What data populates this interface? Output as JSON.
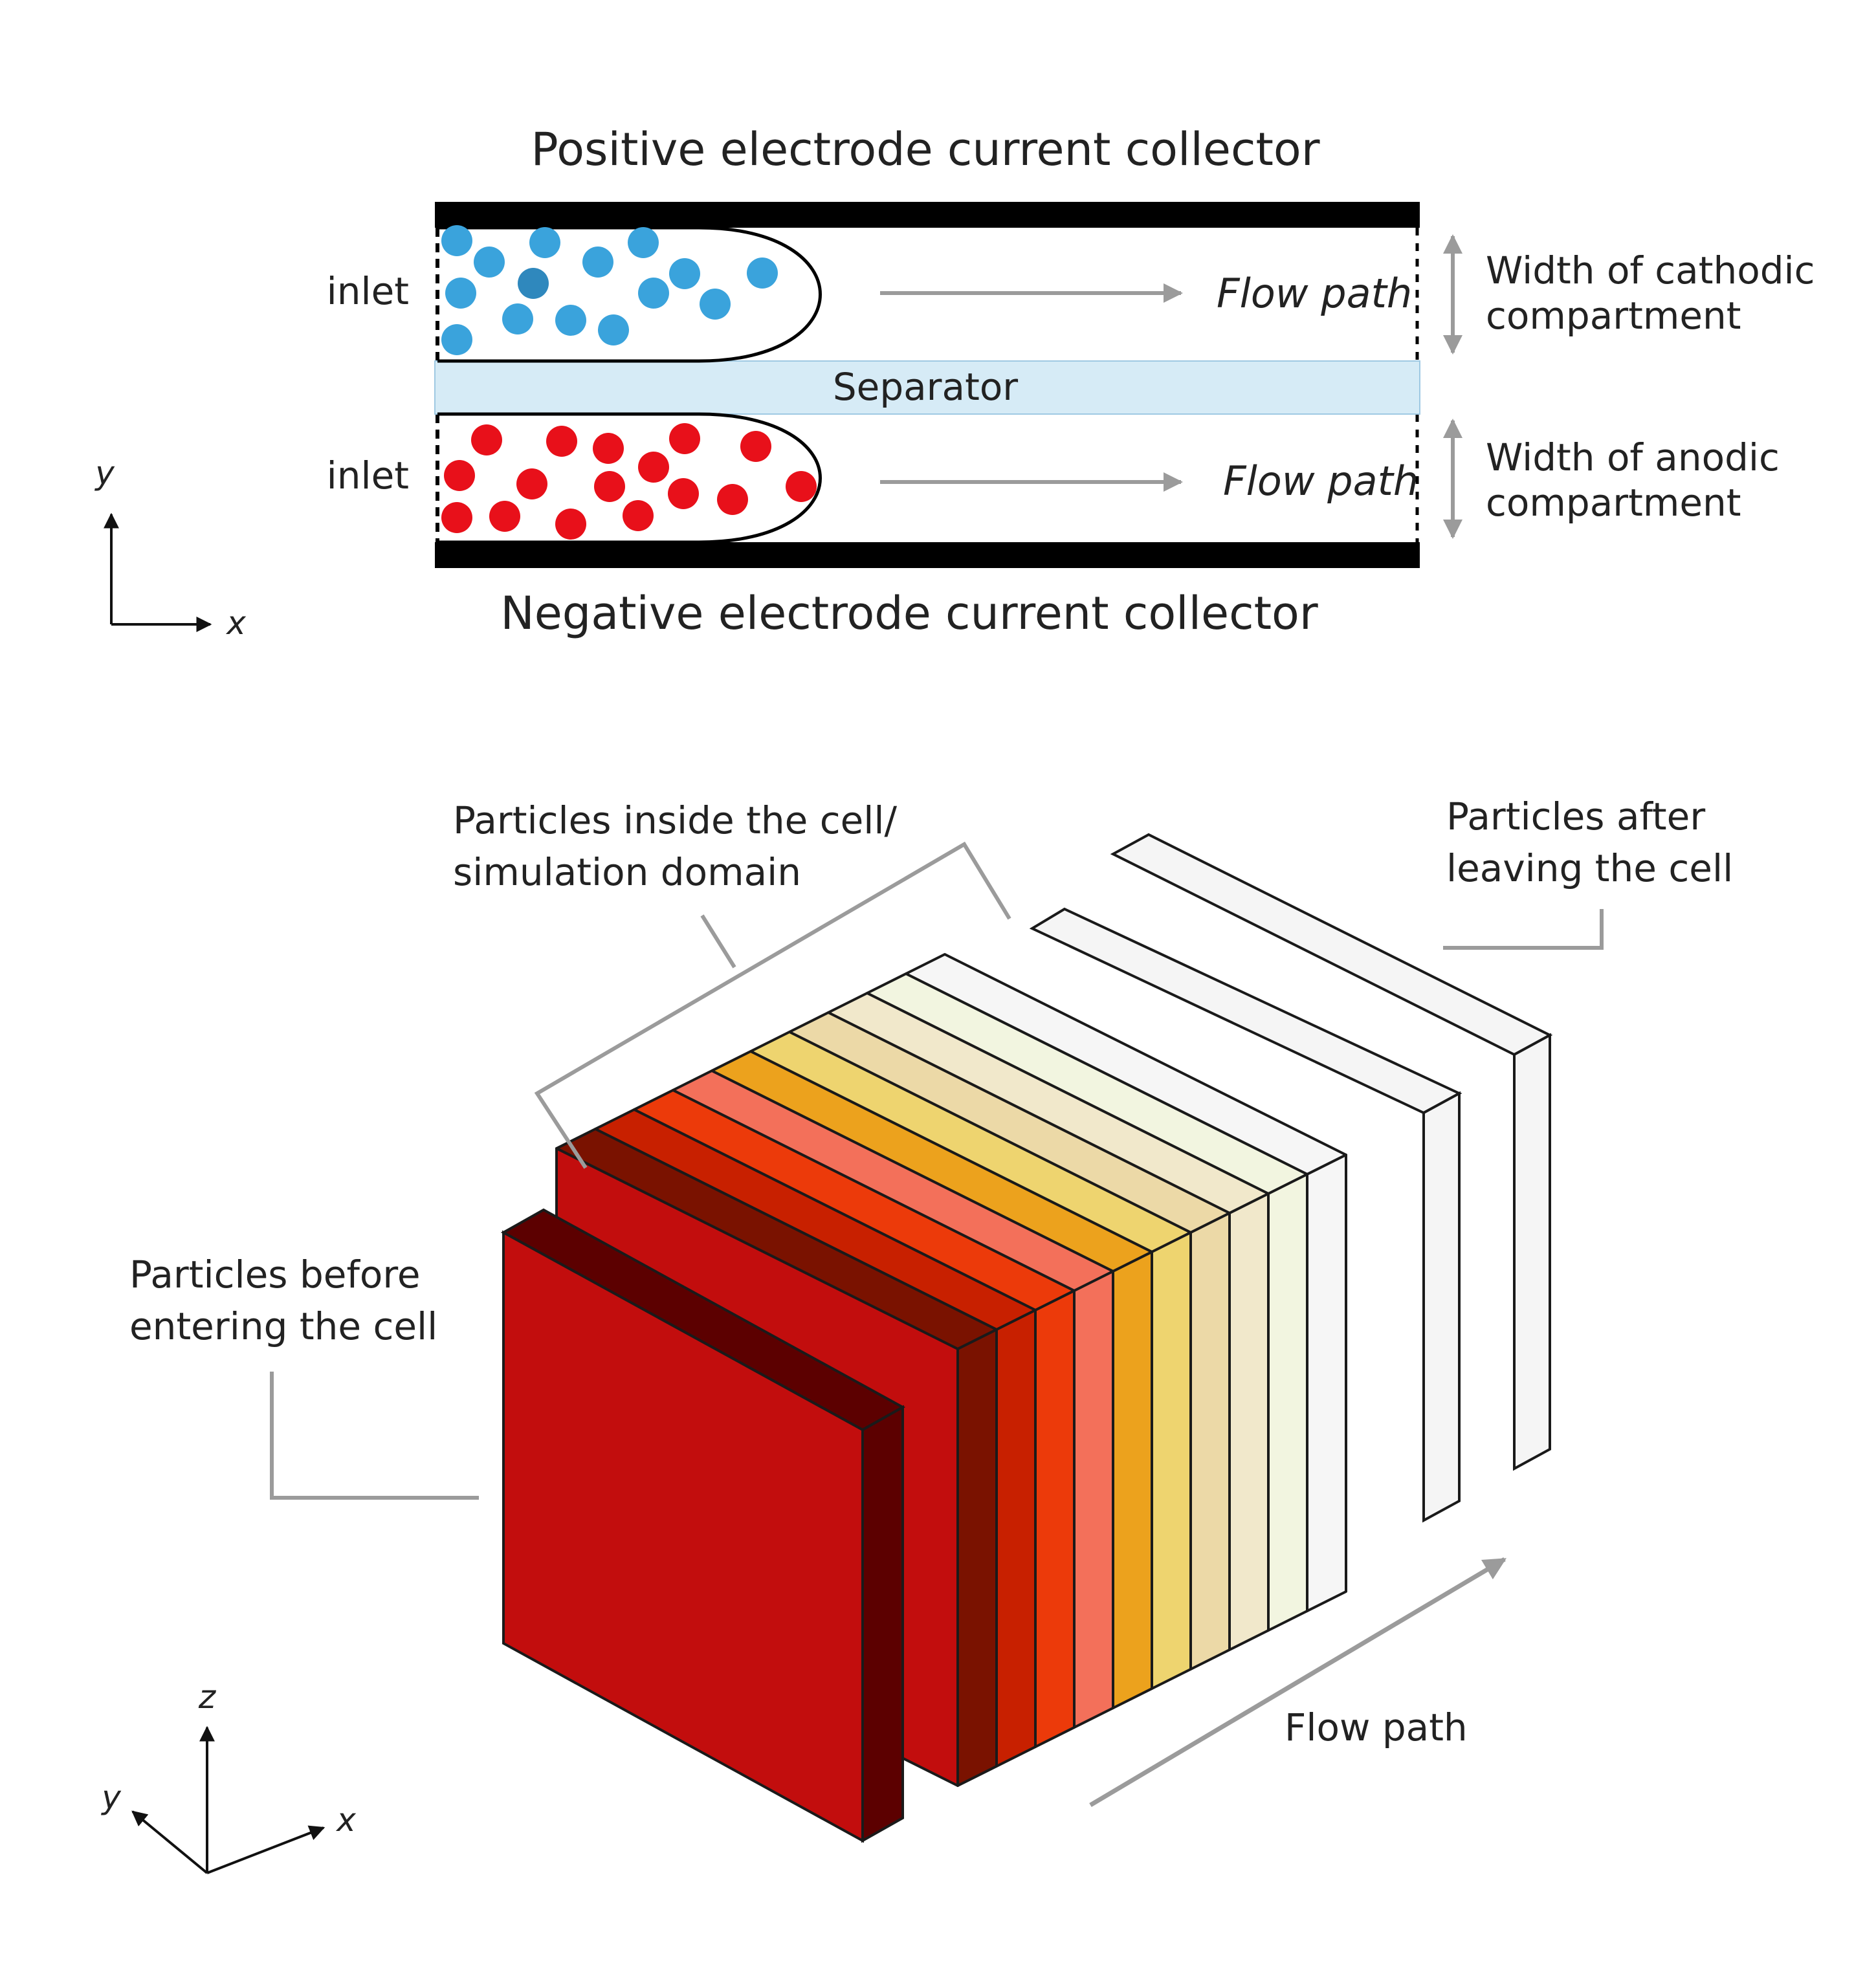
{
  "colors": {
    "collector": "#000000",
    "separator": "#d6ebf6",
    "cathodic_particles": "#3aa3dc",
    "cathodic_particle_dark": "#2f88bd",
    "anodic_particles": "#e8101a",
    "arrow": "#9b9b9b",
    "leader": "#9b9b9b",
    "entering_front": "#c20d0d",
    "entering_side": "#5c0000",
    "after_face": "#f5f5f5",
    "outline": "#1a1a1a",
    "slice_sides": [
      "#7a1200",
      "#c82000",
      "#ec3a0a",
      "#f3705a",
      "#eca21d",
      "#eed46f",
      "#ecd9a7",
      "#f1e8cb",
      "#f2f5e0",
      "#f6f6f6"
    ],
    "slice_tops": [
      "#7a1200",
      "#c82000",
      "#ec3a0a",
      "#f3705a",
      "#eca21d",
      "#eed46f",
      "#ecd9a7",
      "#f1e8cb",
      "#f2f5e0",
      "#f6f6f6"
    ]
  },
  "top_diagram": {
    "positive_collector_label": "Positive electrode current collector",
    "negative_collector_label": "Negative electrode current collector",
    "separator_label": "Separator",
    "inlet_top_label": "inlet",
    "inlet_bottom_label": "inlet",
    "flow_path_top_label": "Flow path",
    "flow_path_bottom_label": "Flow path",
    "cathodic_width_line1": "Width of cathodic",
    "cathodic_width_line2": "compartment",
    "anodic_width_line1": "Width of anodic",
    "anodic_width_line2": "compartment",
    "axis_y": "y",
    "axis_x": "x"
  },
  "bottom_diagram": {
    "inside_line1": "Particles inside the cell/",
    "inside_line2": "simulation domain",
    "after_line1": "Particles after",
    "after_line2": "leaving the cell",
    "before_line1": "Particles before",
    "before_line2": "entering the cell",
    "flow_path_label": "Flow path",
    "axis_z": "z",
    "axis_y": "y",
    "axis_x": "x"
  }
}
